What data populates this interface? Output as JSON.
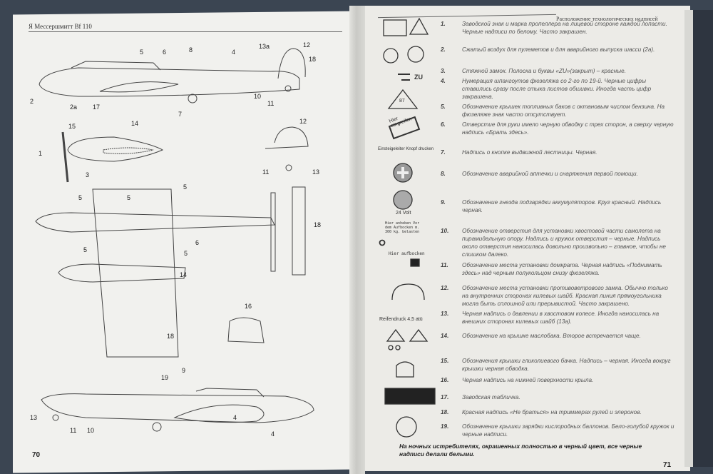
{
  "left_page": {
    "header": "Я Мессершмитт Bf 110",
    "page_number": "70",
    "callouts": [
      "5",
      "6",
      "8",
      "4",
      "13a",
      "12",
      "18",
      "2",
      "2a",
      "17",
      "7",
      "10",
      "11",
      "15",
      "14",
      "1",
      "3",
      "12",
      "11",
      "13",
      "5",
      "5",
      "5",
      "5",
      "18",
      "6",
      "5",
      "14",
      "16",
      "18",
      "19",
      "9",
      "13",
      "11",
      "10",
      "4",
      "4"
    ]
  },
  "right_page": {
    "header": "Расположение технологических надписей",
    "page_number": "71",
    "icon_labels": [
      "ZU",
      "87",
      "Hier eingreifen",
      "Einsteigeleiter Knopf drucken",
      "24 Volt",
      "Hier anheben Vor dem Aufbocken m. 300 kg. belasten",
      "Hier aufbocken",
      "Reifendruck 4,5 atü"
    ],
    "items": [
      {
        "num": "1.",
        "text": "Заводской знак и марка пропеллера на лицевой стороне каждой лопасти. Черные надписи по белому. Часто закрашен."
      },
      {
        "num": "2.",
        "text": "Сжатый воздух для пулеметов и для аварийного выпуска шасси (2а)."
      },
      {
        "num": "3.",
        "text": "Стяжной замок. Полоска и буквы «ZU»(закрыт) – красные."
      },
      {
        "num": "4.",
        "text": "Нумерация шпангоутов фюзеляжа со 2-го по 19-й. Черные цифры ставились сразу после стыка листов обшивки. Иногда часть цифр закрашена."
      },
      {
        "num": "5.",
        "text": "Обозначение крышек топливных баков с октановым числом бензина. На фюзеляже знак часто отсутствует."
      },
      {
        "num": "6.",
        "text": "Отверстие для руки имело черную обводку с трех сторон, а сверху черную надпись «Брать здесь»."
      },
      {
        "num": "7.",
        "text": "Надпись о кнопке выдвижной лестницы. Черная."
      },
      {
        "num": "8.",
        "text": "Обозначение аварийной аптечки и снаряжения первой помощи."
      },
      {
        "num": "9.",
        "text": "Обозначение гнезда подзарядки аккумуляторов. Круг красный. Надпись черная."
      },
      {
        "num": "10.",
        "text": "Обозначение отверстия для установки хвостовой части самолета на пирамидальную опору. Надпись и кружок отверстия – черные. Надпись около отверстия наносилась довольно произвольно – главное, чтобы не слишком далеко."
      },
      {
        "num": "11.",
        "text": "Обозначение места установки домкрата. Черная надпись «Поднимать здесь» над черным полукольцом снизу фюзеляжа."
      },
      {
        "num": "12.",
        "text": "Обозначение места установки противоветрового замка. Обычно только на внутренних сторонах килевых шайб. Красная линия прямоугольника могла быть сплошной или прерывистой. Часто закрашено."
      },
      {
        "num": "13.",
        "text": "Черная надпись о давлении в хвостовом колесе. Иногда наносилась на внешних сторонах килевых шайб (13а)."
      },
      {
        "num": "14.",
        "text": "Обозначение на крышке маслобака. Второе встречается чаще."
      },
      {
        "num": "15.",
        "text": "Обозначения крышки гликолиевого бачка. Надпись – черная. Иногда вокруг крышки черная обводка."
      },
      {
        "num": "16.",
        "text": "Черная надпись на нижней поверхности крыла."
      },
      {
        "num": "17.",
        "text": "Заводская табличка."
      },
      {
        "num": "18.",
        "text": "Красная надпись «Не браться» на триммерах рулей и элеронов."
      },
      {
        "num": "19.",
        "text": "Обозначение крышки зарядки кислородных баллонов. Бело-голубой кружок и черные надписи."
      }
    ],
    "footnote": "На ночных истребителях, окрашенных полностью в черный цвет, все черные надписи делали белыми."
  },
  "colors": {
    "background": "#3b4552",
    "paper": "#efefec",
    "ink": "#333333"
  }
}
